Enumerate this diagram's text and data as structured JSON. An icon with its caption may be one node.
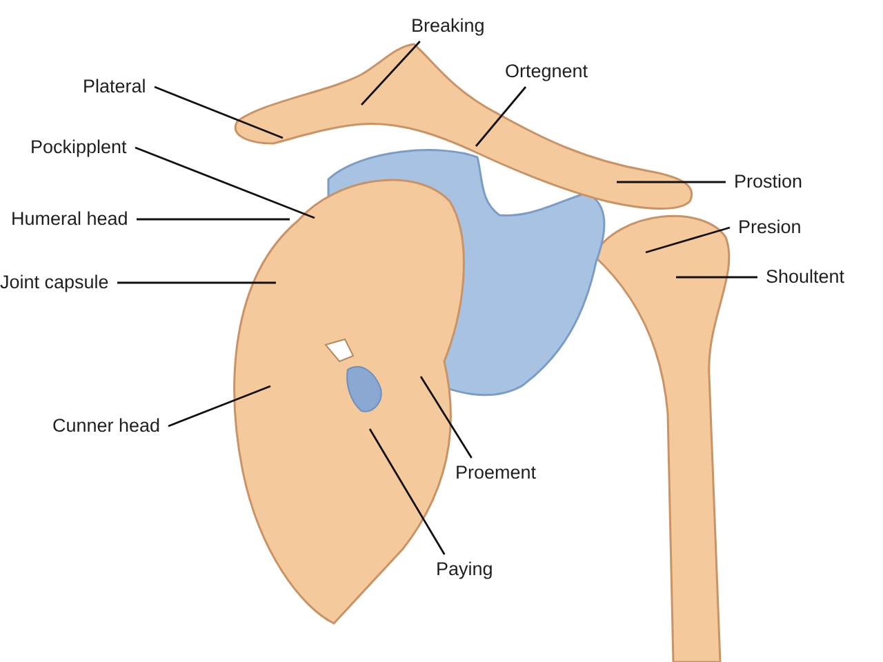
{
  "diagram": {
    "nodes": [
      {
        "text": [
          "Breaking"
        ]
      },
      {
        "text": [
          "Plateral"
        ]
      },
      {
        "text": [
          "Ortegnent"
        ]
      },
      {
        "text": [
          "Pockipplent"
        ]
      },
      {
        "text": [
          "Prostion"
        ]
      },
      {
        "text": [
          "Humeral head"
        ]
      },
      {
        "text": [
          "Presion"
        ]
      },
      {
        "text": [
          "Joint capsule"
        ]
      },
      {
        "text": [
          "Shoultent"
        ]
      },
      {
        "text": [
          "Cunner head"
        ]
      },
      {
        "text": [
          "Proement"
        ]
      },
      {
        "text": [
          "Paying"
        ]
      }
    ],
    "edges": [
      {
        "from": 0,
        "to": null,
        "arrow": "none"
      },
      {
        "from": 1,
        "to": null,
        "arrow": "none"
      },
      {
        "from": 2,
        "to": null,
        "arrow": "none"
      },
      {
        "from": 3,
        "to": null,
        "arrow": "none"
      },
      {
        "from": 4,
        "to": null,
        "arrow": "none"
      },
      {
        "from": 5,
        "to": null,
        "arrow": "none"
      },
      {
        "from": 6,
        "to": null,
        "arrow": "none"
      },
      {
        "from": 7,
        "to": null,
        "arrow": "none"
      },
      {
        "from": 8,
        "to": null,
        "arrow": "none"
      },
      {
        "from": 9,
        "to": null,
        "arrow": "none"
      },
      {
        "from": 10,
        "to": null,
        "arrow": "none"
      },
      {
        "from": 11,
        "to": null,
        "arrow": "none"
      }
    ]
  }
}
